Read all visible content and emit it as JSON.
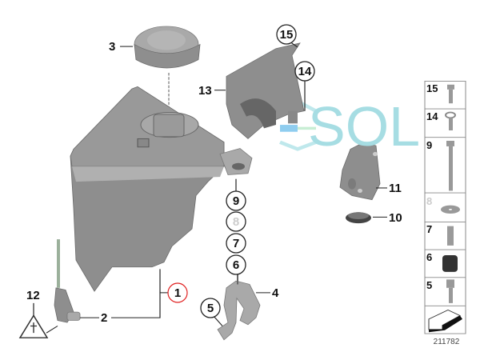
{
  "diagram": {
    "callouts": {
      "c1": "1",
      "c2": "2",
      "c3": "3",
      "c4": "4",
      "c5": "5",
      "c6": "6",
      "c7": "7",
      "c8": "8",
      "c9": "9",
      "c10": "10",
      "c11": "11",
      "c12": "12",
      "c13": "13",
      "c14": "14",
      "c15": "15"
    },
    "highlight_color": "#e02020",
    "watermark": "SOL",
    "watermark_color": "#7fd0d8",
    "legend": {
      "rows": [
        "15",
        "14",
        "9",
        "8",
        "7",
        "6",
        "5"
      ]
    },
    "diagram_number": "211782"
  }
}
